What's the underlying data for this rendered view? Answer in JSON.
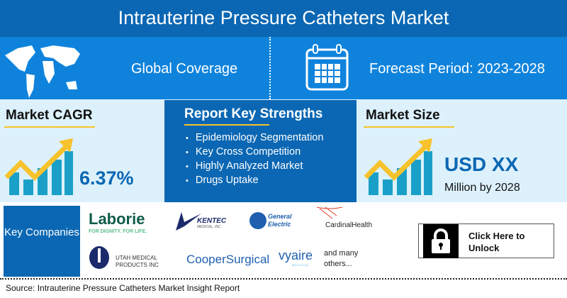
{
  "title": "Intrauterine Pressure Catheters Market",
  "coverage": {
    "label": "Global Coverage",
    "icon": "world-map-icon"
  },
  "forecast": {
    "label": "Forecast Period: 2023-2028",
    "icon": "calendar-icon"
  },
  "cagr": {
    "heading": "Market CAGR",
    "value": "6.37%",
    "icon": "growth-chart-icon"
  },
  "strengths": {
    "heading": "Report Key Strengths",
    "items": [
      "Epidemiology Segmentation",
      "Key Cross Competition",
      "Highly Analyzed Market",
      "Drugs Uptake"
    ]
  },
  "market_size": {
    "heading": "Market Size",
    "value": "USD XX",
    "sub": "Million by 2028"
  },
  "companies": {
    "label": "Key Companies",
    "logos": [
      "Laborie",
      "FOR DIGNITY. FOR LIFE.",
      "KENTEC",
      "MEDICAL, INC.",
      "General Electric",
      "CardinalHealth",
      "UTAH MEDICAL PRODUCTS INC",
      "CooperSurgical",
      "vyaire",
      "MEDICAL"
    ],
    "more": "and many others..."
  },
  "unlock": {
    "label": "Click Here to Unlock",
    "icon": "lock-icon"
  },
  "source": "Source: Intrauterine Pressure Catheters Market Insight Report",
  "colors": {
    "dark_blue": "#0b67b3",
    "blue": "#0f83dc",
    "light_blue": "#dcf1fb",
    "accent": "#f7c22b",
    "teal": "#1aa0c8"
  }
}
